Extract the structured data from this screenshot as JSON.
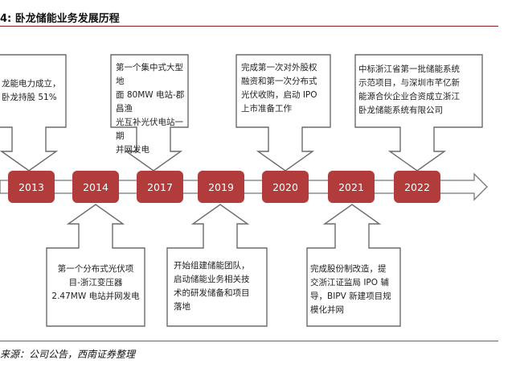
{
  "title": "4: 卧龙储能业务发展历程",
  "source": "来源：公司公告，西南证券整理",
  "colors": {
    "year_box": "#b23b3b",
    "callout_stroke": "#6b6b6b",
    "timeline_stroke": "#777777",
    "rule_top": "#8a1c24"
  },
  "years": [
    "2013",
    "2014",
    "2017",
    "2019",
    "2020",
    "2021",
    "2022"
  ],
  "captions": {
    "y2013": "龙能电力成立，\n卧龙持股 51%",
    "y2014": "第一个分布式光伏项\n目-浙江变压器\n2.47MW 电站并网发电",
    "y2017": "第一个集中式大型地\n面 80MW 电站-郡昌渔\n光互补光伏电站一期\n并网发电",
    "y2019": "开始组建储能团队，\n启动储能业务相关技\n术的研发储备和项目\n落地",
    "y2020": "完成第一次对外股权\n融资和第一次分布式\n光伏收购，启动 IPO\n上市准备工作",
    "y2021": "完成股份制改造，提\n交浙江证监局 IPO 辅\n导，BIPV 新建项目规\n模化并网",
    "y2022": "中标浙江省第一批储能系统\n示范项目，与深圳市芊亿新\n能源合伙企业合资成立浙江\n卧龙储能系统有限公司"
  }
}
